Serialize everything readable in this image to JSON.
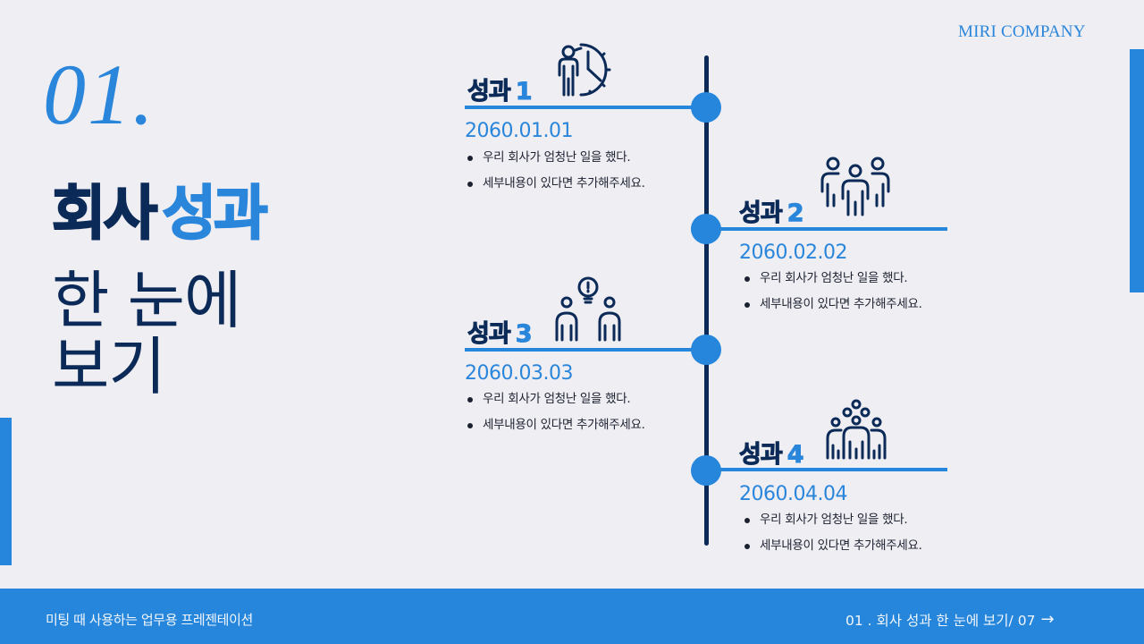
{
  "brand": "MIRI COMPANY",
  "section": {
    "number": "01.",
    "title_bold_dark": "회사",
    "title_bold_blue": "성과",
    "title_light_line1": "한 눈에",
    "title_light_line2": "보기"
  },
  "timeline": [
    {
      "label": "성과",
      "number": "1",
      "icon": "person-clock-icon",
      "date": "2060.01.01",
      "bullets": [
        "우리 회사가 엄청난 일을 했다.",
        "세부내용이 있다면 추가해주세요."
      ]
    },
    {
      "label": "성과",
      "number": "2",
      "icon": "team-three-people-icon",
      "date": "2060.02.02",
      "bullets": [
        "우리 회사가 엄청난 일을 했다.",
        "세부내용이 있다면 추가해주세요."
      ]
    },
    {
      "label": "성과",
      "number": "3",
      "icon": "idea-two-people-icon",
      "date": "2060.03.03",
      "bullets": [
        "우리 회사가 엄청난 일을 했다.",
        "세부내용이 있다면 추가해주세요."
      ]
    },
    {
      "label": "성과",
      "number": "4",
      "icon": "group-crowd-icon",
      "date": "2060.04.04",
      "bullets": [
        "우리 회사가 엄청난 일을 했다.",
        "세부내용이 있다면 추가해주세요."
      ]
    }
  ],
  "footer": {
    "left": "미팅 때 사용하는 업무용 프레젠테이션",
    "right": "01 . 회사 성과 한 눈에 보기/ 07",
    "arrow": "→"
  },
  "colors": {
    "accent_blue": "#2586db",
    "navy": "#0b2a57",
    "background": "#efeef3"
  }
}
